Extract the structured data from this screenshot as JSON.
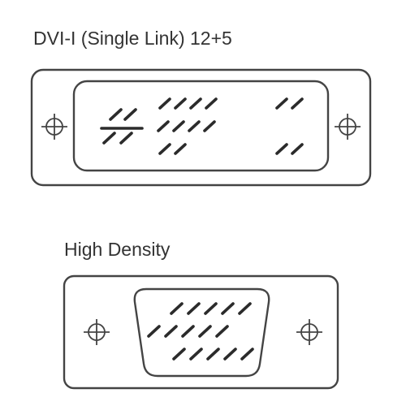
{
  "connectors": [
    {
      "title": "DVI-I (Single Link) 12+5",
      "pin_layout": "dvi-i-single-link"
    },
    {
      "title": "High Density",
      "pin_layout": "vga-15"
    }
  ],
  "colors": {
    "line": "#444444",
    "pin": "#2b2b2b",
    "text": "#333333",
    "background": "#ffffff"
  }
}
